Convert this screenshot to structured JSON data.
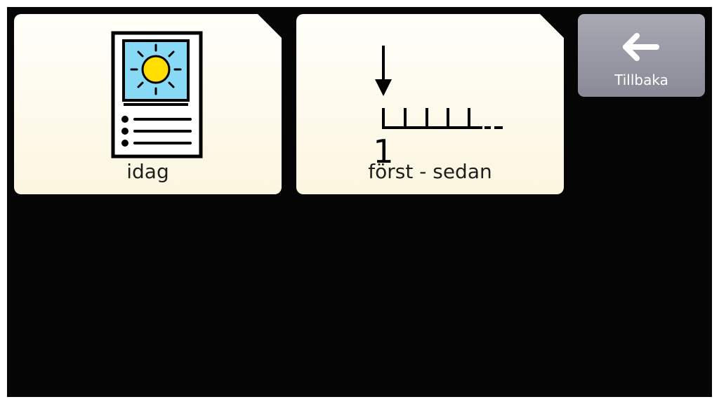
{
  "tiles": [
    {
      "label": "idag",
      "icon": "daily-schedule-sun-icon"
    },
    {
      "label": "först - sedan",
      "icon": "first-then-timeline-icon",
      "number": "1"
    }
  ],
  "back": {
    "label": "Tillbaka",
    "icon": "arrow-left-icon"
  },
  "colors": {
    "screen_background": "#050505",
    "tile_background": "#fdf8e8",
    "back_button": "#9a9ba6",
    "sun": "#ffde00",
    "sky": "#87d9f5"
  }
}
